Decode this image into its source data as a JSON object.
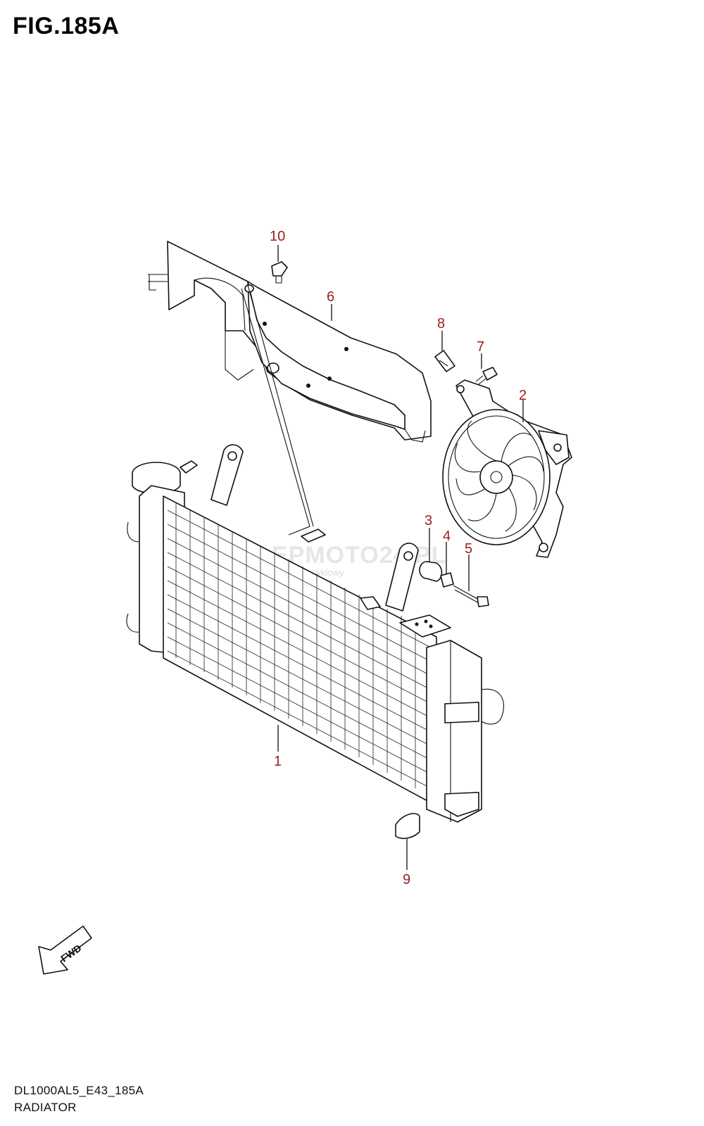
{
  "figure": {
    "title": "FIG.185A"
  },
  "callouts": {
    "p1": "1",
    "p2": "2",
    "p3": "3",
    "p4": "4",
    "p5": "5",
    "p6": "6",
    "p7": "7",
    "p8": "8",
    "p9": "9",
    "p10": "10"
  },
  "fwd_label": "FWD",
  "watermark": {
    "brand": "SKLEPMOTO24.PL",
    "tagline": "sklep motocyklowy"
  },
  "footer": {
    "model_code": "DL1000AL5_E43_185A",
    "section": "RADIATOR"
  },
  "colors": {
    "callout": "#9b1d1d",
    "line": "#111111"
  }
}
